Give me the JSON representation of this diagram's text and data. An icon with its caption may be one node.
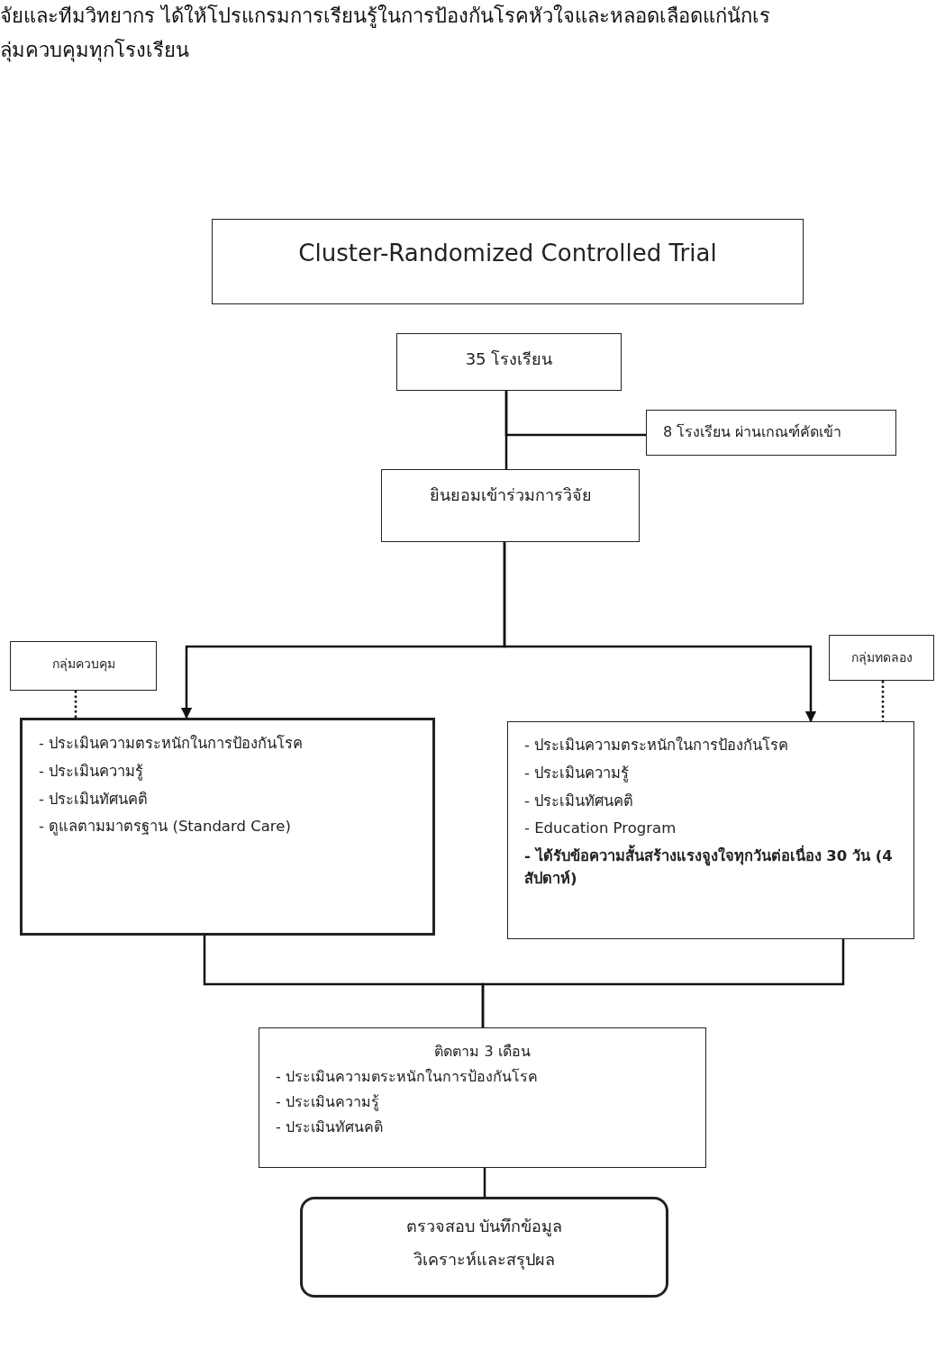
{
  "diagram": {
    "nodes": [
      {
        "text": [
          "Cluster-Randomized Controlled Trial"
        ]
      },
      {
        "text": [
          "35 โรงเรียน"
        ]
      },
      {
        "text": [
          "8 โรงเรียน ผ่านเกณฑ์คัดเข้า"
        ]
      },
      {
        "text": [
          "ยินยอมเข้าร่วมการวิจัย"
        ]
      },
      {
        "text": [
          "กลุ่มควบคุม"
        ]
      },
      {
        "text": [
          "- ประเมินความตระหนักในการป้องกันโรค",
          "- ประเมินความรู้",
          "- ประเมินทัศนคติ",
          "- ดูแลตามมาตรฐาน (Standard Care)"
        ]
      },
      {
        "text": [
          "กลุ่มทดลอง"
        ]
      },
      {
        "text": [
          "- ประเมินความตระหนักในการป้องกันโรค",
          "- ประเมินความรู้",
          "- ประเมินทัศนคติ",
          "- Education  Program",
          "- ได้รับข้อความสั้นสร้างแรงจูงใจทุกวันต่อเนื่อง 30 วัน  (4 สัปดาห์)"
        ]
      },
      {
        "text": [
          "ติดตาม 3 เดือน",
          "- ประเมินความตระหนักในการป้องกันโรค",
          "- ประเมินความรู้",
          "- ประเมินทัศนคติ"
        ]
      },
      {
        "text": [
          "ตรวจสอบ บันทึกข้อมูล",
          "วิเคราะห์และสรุปผล"
        ]
      }
    ],
    "edges": [
      {
        "from": 1,
        "to": 3,
        "arrow": "none"
      },
      {
        "from": 1,
        "to": 2,
        "arrow": "none"
      },
      {
        "from": 3,
        "to": 5,
        "arrow": "to"
      },
      {
        "from": 3,
        "to": 7,
        "arrow": "to"
      },
      {
        "from": 4,
        "to": 5,
        "arrow": "none",
        "style": "dashed"
      },
      {
        "from": 6,
        "to": 7,
        "arrow": "none",
        "style": "dashed"
      },
      {
        "from": 5,
        "to": 8,
        "arrow": "none"
      },
      {
        "from": 7,
        "to": 8,
        "arrow": "none"
      },
      {
        "from": 8,
        "to": 9,
        "arrow": "none"
      }
    ],
    "labels": [
      "จัยและทีมวิทยากร ได้ให้โปรแกรมการเรียนรู้ในการป้องกันโรคหัวใจและหลอดเลือดแก่นักเร",
      "ลุ่มควบคุมทุกโรงเรียน"
    ]
  }
}
